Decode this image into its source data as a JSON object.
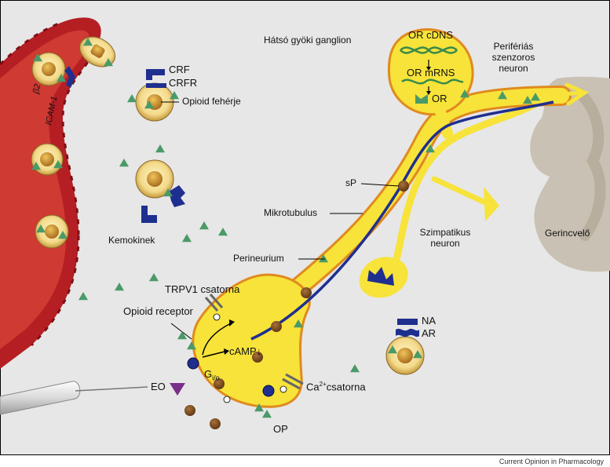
{
  "labels": {
    "drg": "Hátsó gyöki ganglion",
    "or_cdna": "OR cDNS",
    "or_mrna": "OR mRNS",
    "or": "OR",
    "peripheral_line1": "Perifériás",
    "peripheral_line2": "szenzoros",
    "peripheral_line3": "neuron",
    "crf": "CRF",
    "crfr": "CRFR",
    "opioid_protein": "Opioid fehérje",
    "b2": "β2",
    "icam": "ICAM-1",
    "sp": "sP",
    "microtubule": "Mikrotubulus",
    "sympathetic_line1": "Szimpatikus",
    "sympathetic_line2": "neuron",
    "spinal_cord": "Gerincvelő",
    "chemokines": "Kemokinek",
    "perineurium": "Perineurium",
    "trpv1": "TRPV1 csatorna",
    "opioid_receptor": "Opioid receptor",
    "camp": "cAMP↓",
    "gio_main": "G",
    "gio_sub": "i/o",
    "ca_base": "Ca",
    "ca_sup": "2+",
    "ca_rest": "csatorna",
    "eo": "EO",
    "op": "OP",
    "na": "NA",
    "ar": "AR"
  },
  "credit": "Current Opinion in Pharmacology",
  "colors": {
    "background": "#e7e7e7",
    "vessel": "#b51f24",
    "vessel_inner": "#cf3a32",
    "neuron": "#f7e33a",
    "neuron_outline": "#e08a1e",
    "receptor": "#1f2f8f",
    "opioid": "#4a9a68",
    "vesicle": "#7a4a1e",
    "spinal": "#c9c1b3"
  }
}
